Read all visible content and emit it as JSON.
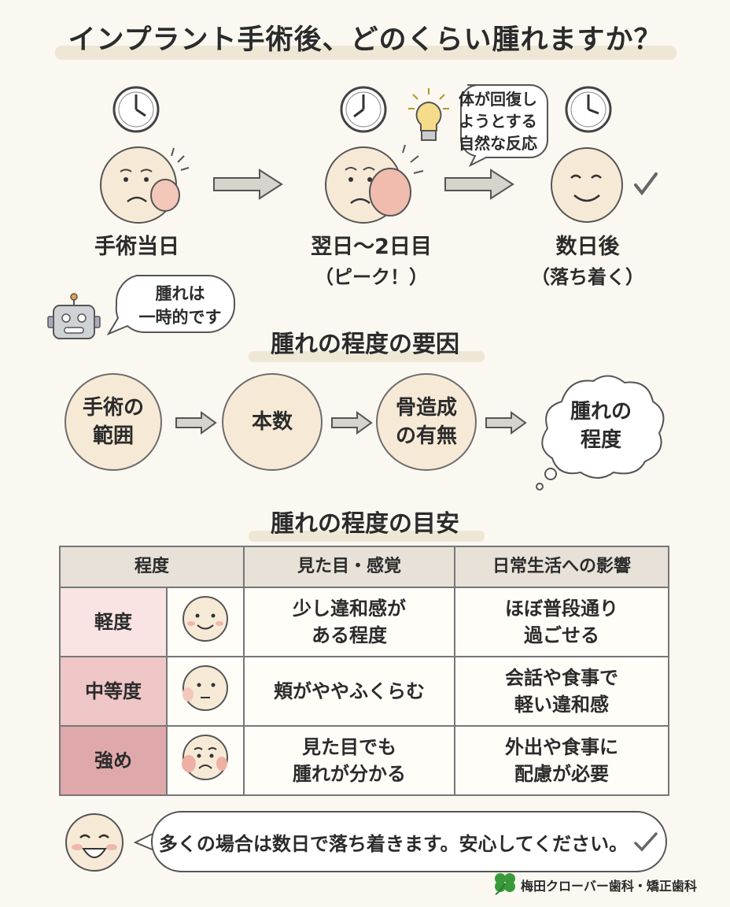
{
  "title": "インプラント手術後、どのくらい腫れますか？",
  "stages": [
    {
      "label": "手術当日",
      "sub": ""
    },
    {
      "label": "翌日〜2日目",
      "sub": "（ピーク！）"
    },
    {
      "label": "数日後",
      "sub": "（落ち着く）"
    }
  ],
  "idea_bubble": [
    "体が回復し",
    "ようとする",
    "自然な反応"
  ],
  "robot_bubble": [
    "腫れは",
    "一時的です"
  ],
  "factors_heading": "腫れの程度の要因",
  "factors": [
    [
      "手術の",
      "範囲"
    ],
    [
      "本数"
    ],
    [
      "骨造成",
      "の有無"
    ]
  ],
  "factors_result": [
    "腫れの",
    "程度"
  ],
  "guide_heading": "腫れの程度の目安",
  "table": {
    "headers": [
      "程度",
      "見た目・感覚",
      "日常生活への影響"
    ],
    "rows": [
      {
        "level": "軽度",
        "look": [
          "少し違和感が",
          "ある程度"
        ],
        "life": [
          "ほぼ普段通り",
          "過ごせる"
        ]
      },
      {
        "level": "中等度",
        "look": [
          "頬がややふくらむ"
        ],
        "life": [
          "会話や食事で",
          "軽い違和感"
        ]
      },
      {
        "level": "強め",
        "look": [
          "見た目でも",
          "腫れが分かる"
        ],
        "life": [
          "外出や食事に",
          "配慮が必要"
        ]
      }
    ]
  },
  "bottom_message": "多くの場合は数日で落ち着きます。安心してください。",
  "logo": "梅田クローバー歯科・矯正歯科",
  "colors": {
    "skin": "#f6ead7",
    "cheek": "#efb7ad",
    "highlight": "#efe7d6",
    "bg": "#fbf8f1"
  }
}
